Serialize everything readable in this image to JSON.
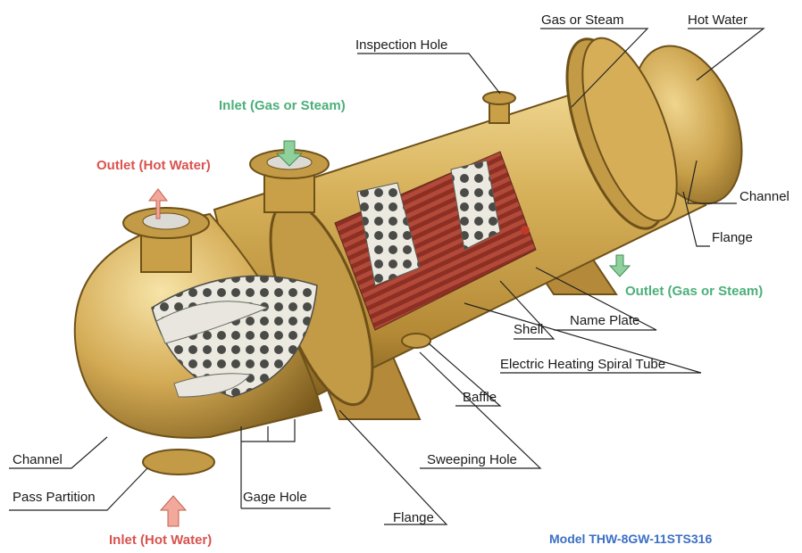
{
  "labels": {
    "inspection_hole": "Inspection Hole",
    "gas_or_steam": "Gas or Steam",
    "hot_water": "Hot Water",
    "inlet_gas": "Inlet (Gas or Steam)",
    "outlet_hot_water": "Outlet (Hot Water)",
    "channel_right": "Channel",
    "flange_right": "Flange",
    "outlet_gas": "Outlet (Gas or Steam)",
    "name_plate": "Name Plate",
    "shell": "Shell",
    "electric_tube": "Electric Heating Spiral Tube",
    "baffle": "Baffle",
    "sweeping_hole": "Sweeping Hole",
    "channel_left": "Channel",
    "pass_partition": "Pass Partition",
    "gage_hole": "Gage Hole",
    "flange_bottom": "Flange",
    "inlet_hot_water": "Inlet (Hot Water)",
    "model": "Model THW-8GW-11STS316"
  },
  "colors": {
    "shell_body": "#cfa54a",
    "shell_highlight": "#f3dc98",
    "shell_shadow": "#7a5a1c",
    "flange_ring": "#a8843a",
    "tube_red": "#a33a2e",
    "tube_sheet": "#e6e4dc",
    "inlet_gas_text": "#4caf7a",
    "outlet_gas_text": "#4caf7a",
    "hot_water_text": "#d9534f",
    "model_text": "#3b6fc4",
    "arrow_green": "#8fd09c",
    "arrow_pink": "#f2a89a"
  }
}
